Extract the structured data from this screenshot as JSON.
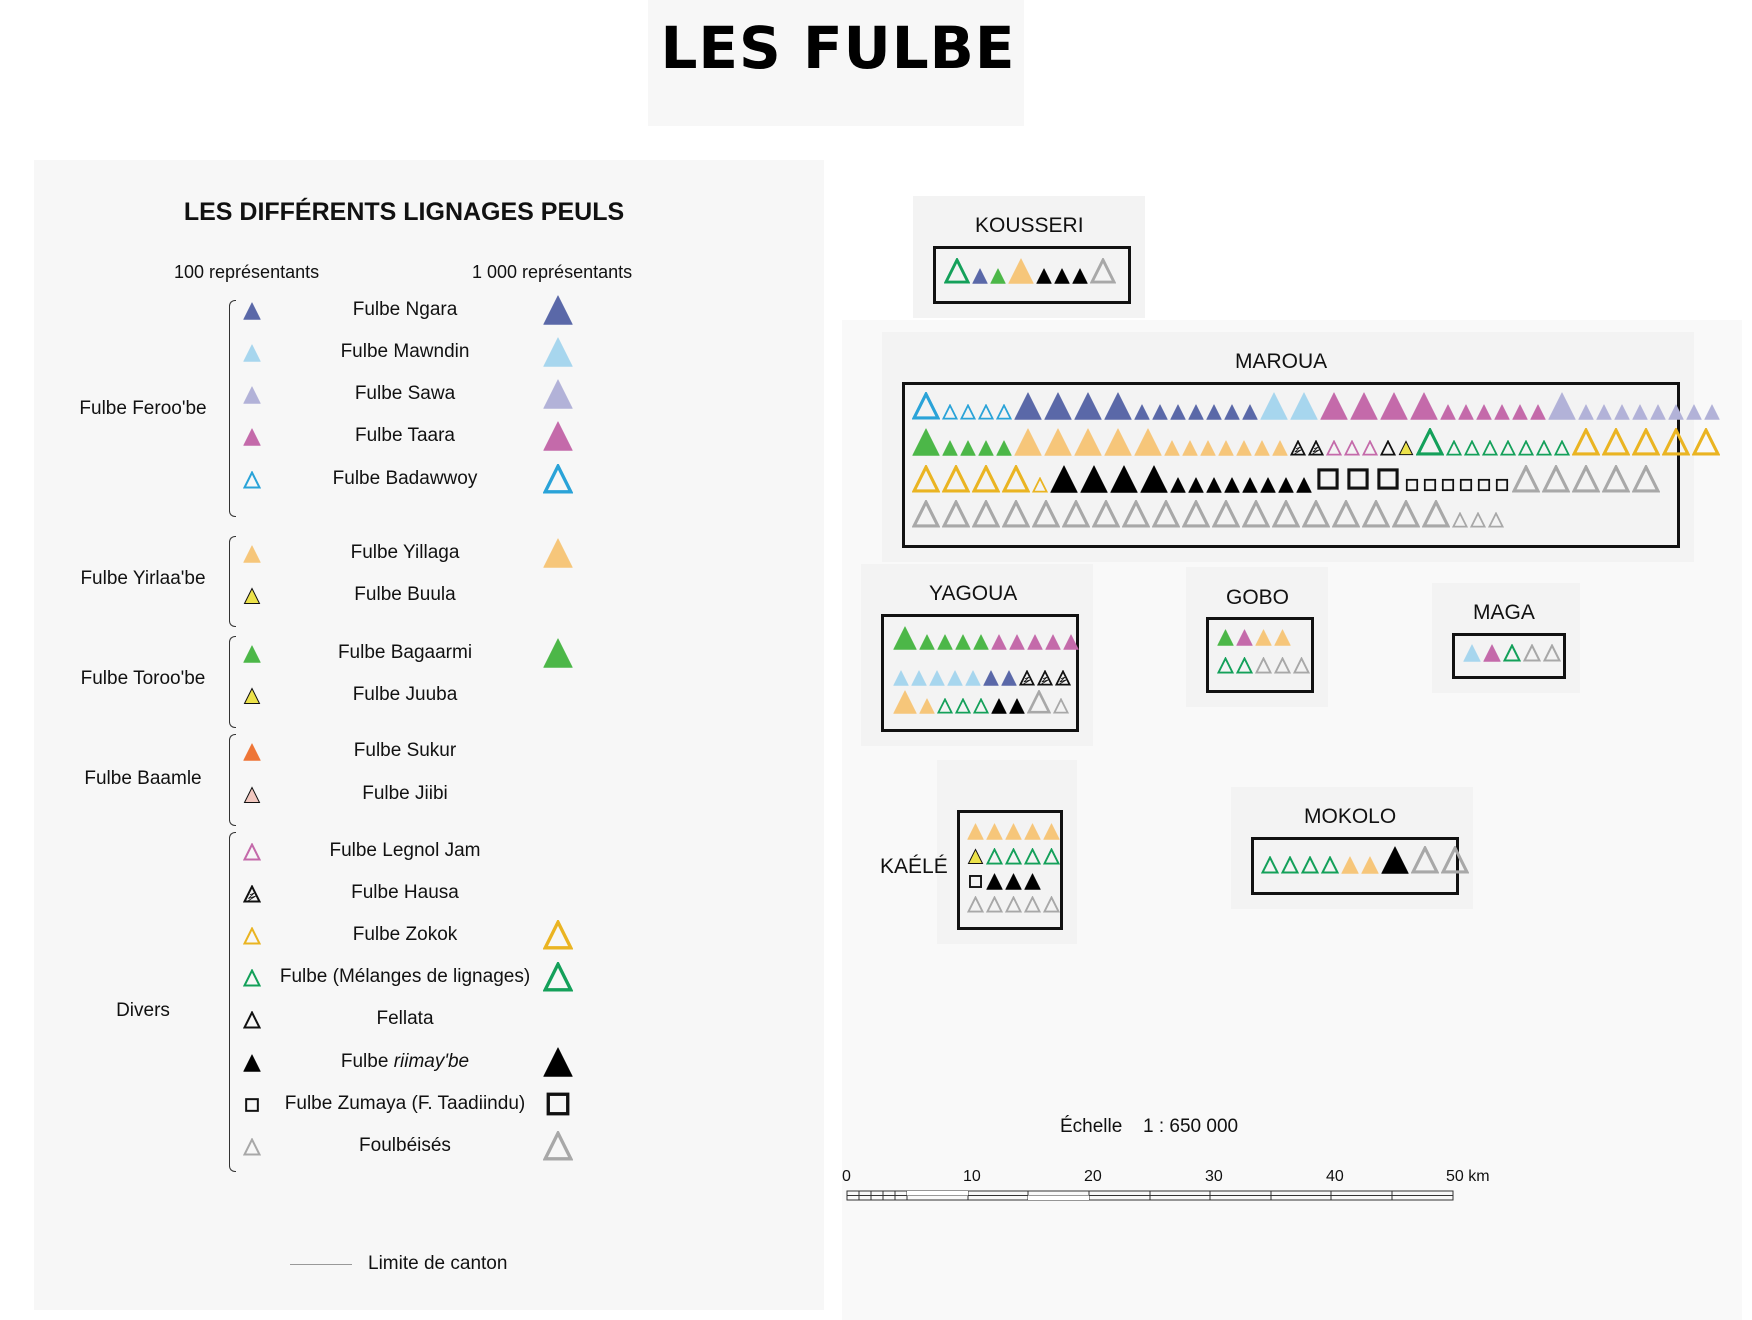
{
  "title": "LES FULBE",
  "legend": {
    "title": "LES DIFFÉRENTS LIGNAGES PEULS",
    "header_small": "100 représentants",
    "header_large": "1 000 représentants",
    "groups": [
      {
        "name": "Fulbe Feroo'be",
        "items": [
          {
            "label": "Fulbe Ngara",
            "symbol": "ngara",
            "large": true
          },
          {
            "label": "Fulbe Mawndin",
            "symbol": "mawndin",
            "large": true
          },
          {
            "label": "Fulbe Sawa",
            "symbol": "sawa",
            "large": true
          },
          {
            "label": "Fulbe Taara",
            "symbol": "taara",
            "large": true
          },
          {
            "label": "Fulbe Badawwoy",
            "symbol": "badawwoy",
            "large": true
          }
        ]
      },
      {
        "name": "Fulbe Yirlaa'be",
        "items": [
          {
            "label": "Fulbe Yillaga",
            "symbol": "yillaga",
            "large": true
          },
          {
            "label": "Fulbe Buula",
            "symbol": "buula",
            "large": false
          }
        ]
      },
      {
        "name": "Fulbe Toroo'be",
        "items": [
          {
            "label": "Fulbe Bagaarmi",
            "symbol": "bagaarmi",
            "large": true
          },
          {
            "label": "Fulbe Juuba",
            "symbol": "juuba",
            "large": false
          }
        ]
      },
      {
        "name": "Fulbe Baamle",
        "items": [
          {
            "label": "Fulbe Sukur",
            "symbol": "sukur",
            "large": false
          },
          {
            "label": "Fulbe Jiibi",
            "symbol": "jiibi",
            "large": false
          }
        ]
      },
      {
        "name": "Divers",
        "items": [
          {
            "label": "Fulbe Legnol Jam",
            "symbol": "legnol",
            "large": false
          },
          {
            "label": "Fulbe Hausa",
            "symbol": "hausa",
            "large": false
          },
          {
            "label": "Fulbe Zokok",
            "symbol": "zokok",
            "large": true
          },
          {
            "label": "Fulbe (Mélanges de lignages)",
            "symbol": "melanges",
            "large": true
          },
          {
            "label": "Fellata",
            "symbol": "fellata",
            "large": false
          },
          {
            "label": "Fulbe riimay'be",
            "label_plain": "Fulbe ",
            "label_italic": "riimay'be",
            "symbol": "riimaybe",
            "large": true
          },
          {
            "label": "Fulbe Zumaya (F. Taadiindu)",
            "symbol": "zumaya",
            "large": true
          },
          {
            "label": "Foulbéisés",
            "symbol": "foulbeises",
            "large": true
          }
        ]
      }
    ],
    "canton_label": "Limite de canton"
  },
  "symbols": {
    "ngara": {
      "shape": "tri",
      "fill": "#5a68a8",
      "stroke": "#5a68a8"
    },
    "mawndin": {
      "shape": "tri",
      "fill": "#a7d6ee",
      "stroke": "#a7d6ee"
    },
    "sawa": {
      "shape": "tri",
      "fill": "#b2b2d8",
      "stroke": "#b2b2d8"
    },
    "taara": {
      "shape": "tri",
      "fill": "#c46aaa",
      "stroke": "#c46aaa"
    },
    "badawwoy": {
      "shape": "otri",
      "fill": "none",
      "stroke": "#2aa3d8"
    },
    "yillaga": {
      "shape": "tri",
      "fill": "#f6c67a",
      "stroke": "#f6c67a"
    },
    "buula": {
      "shape": "tri",
      "fill": "#ece24a",
      "stroke": "#111111"
    },
    "bagaarmi": {
      "shape": "tri",
      "fill": "#4cb748",
      "stroke": "#4cb748"
    },
    "juuba": {
      "shape": "tri",
      "fill": "#ece24a",
      "stroke": "#111111"
    },
    "sukur": {
      "shape": "tri",
      "fill": "#ee7536",
      "stroke": "#ee7536"
    },
    "jiibi": {
      "shape": "tri",
      "fill": "#f2c8c0",
      "stroke": "#111111"
    },
    "legnol": {
      "shape": "otri",
      "fill": "none",
      "stroke": "#c46aaa"
    },
    "hausa": {
      "shape": "htri",
      "fill": "none",
      "stroke": "#111111"
    },
    "zokok": {
      "shape": "otri",
      "fill": "none",
      "stroke": "#eab422"
    },
    "melanges": {
      "shape": "otri",
      "fill": "none",
      "stroke": "#14a05a"
    },
    "fellata": {
      "shape": "otri",
      "fill": "none",
      "stroke": "#111111"
    },
    "riimaybe": {
      "shape": "tri",
      "fill": "#000000",
      "stroke": "#000000"
    },
    "zumaya": {
      "shape": "sq",
      "fill": "none",
      "stroke": "#111111"
    },
    "foulbeises": {
      "shape": "otri",
      "fill": "none",
      "stroke": "#a8a8a8"
    }
  },
  "towns": [
    {
      "id": "kousseri",
      "name": "KOUSSERI",
      "rows": [
        [
          [
            "melanges",
            "L",
            1
          ],
          [
            "ngara",
            "S",
            1
          ],
          [
            "bagaarmi",
            "S",
            1
          ],
          [
            "yillaga",
            "L",
            1
          ],
          [
            "riimaybe",
            "S",
            3
          ],
          [
            "foulbeises",
            "L",
            1
          ]
        ]
      ]
    },
    {
      "id": "maroua",
      "name": "MAROUA",
      "rows": [
        [
          [
            "badawwoy",
            "L",
            1
          ],
          [
            "badawwoy",
            "S",
            4
          ],
          [
            "ngara",
            "L",
            4
          ],
          [
            "ngara",
            "S",
            7
          ],
          [
            "mawndin",
            "L",
            2
          ],
          [
            "taara",
            "L",
            4
          ],
          [
            "taara",
            "S",
            6
          ],
          [
            "sawa",
            "L",
            1
          ],
          [
            "sawa",
            "S",
            8
          ]
        ],
        [
          [
            "bagaarmi",
            "L",
            1
          ],
          [
            "bagaarmi",
            "S",
            4
          ],
          [
            "yillaga",
            "L",
            5
          ],
          [
            "yillaga",
            "S",
            7
          ],
          [
            "hausa",
            "S",
            2
          ],
          [
            "legnol",
            "S",
            3
          ],
          [
            "fellata",
            "S",
            1
          ],
          [
            "juuba",
            "S",
            1
          ],
          [
            "melanges",
            "L",
            1
          ],
          [
            "melanges",
            "S",
            7
          ],
          [
            "zokok",
            "L",
            5
          ]
        ],
        [
          [
            "zokok",
            "L",
            4
          ],
          [
            "zokok",
            "S",
            1
          ],
          [
            "riimaybe",
            "L",
            4
          ],
          [
            "riimaybe",
            "S",
            8
          ],
          [
            "zumaya",
            "L",
            3
          ],
          [
            "zumaya",
            "S",
            6
          ],
          [
            "foulbeises",
            "L",
            5
          ]
        ],
        [
          [
            "foulbeises",
            "L",
            18
          ],
          [
            "foulbeises",
            "S",
            3
          ]
        ]
      ]
    },
    {
      "id": "yagoua",
      "name": "YAGOUA",
      "rows": [
        [
          [
            "bagaarmi",
            "L",
            1
          ],
          [
            "bagaarmi",
            "S",
            4
          ],
          [
            "taara",
            "S",
            5
          ]
        ],
        [
          [
            "mawndin",
            "S",
            5
          ],
          [
            "ngara",
            "S",
            2
          ],
          [
            "hausa",
            "S",
            3
          ]
        ],
        [
          [
            "yillaga",
            "L",
            1
          ],
          [
            "yillaga",
            "S",
            1
          ],
          [
            "melanges",
            "S",
            3
          ],
          [
            "riimaybe",
            "S",
            2
          ],
          [
            "foulbeises",
            "L",
            1
          ],
          [
            "foulbeises",
            "S",
            1
          ]
        ]
      ]
    },
    {
      "id": "gobo",
      "name": "GOBO",
      "rows": [
        [
          [
            "bagaarmi",
            "S",
            1
          ],
          [
            "taara",
            "S",
            1
          ],
          [
            "yillaga",
            "S",
            2
          ]
        ],
        [
          [
            "melanges",
            "S",
            2
          ],
          [
            "foulbeises",
            "S",
            3
          ]
        ]
      ]
    },
    {
      "id": "maga",
      "name": "MAGA",
      "rows": [
        [
          [
            "mawndin",
            "S",
            1
          ],
          [
            "taara",
            "S",
            1
          ],
          [
            "melanges",
            "S",
            1
          ],
          [
            "foulbeises",
            "S",
            2
          ]
        ]
      ]
    },
    {
      "id": "kaele",
      "name": "KAÉLÉ",
      "rows": [
        [
          [
            "yillaga",
            "S",
            5
          ]
        ],
        [
          [
            "buula",
            "S",
            1
          ],
          [
            "melanges",
            "S",
            4
          ]
        ],
        [
          [
            "zumaya",
            "S",
            1
          ],
          [
            "riimaybe",
            "S",
            3
          ]
        ],
        [
          [
            "foulbeises",
            "S",
            5
          ]
        ]
      ]
    },
    {
      "id": "mokolo",
      "name": "MOKOLO",
      "rows": [
        [
          [
            "melanges",
            "S",
            4
          ],
          [
            "yillaga",
            "S",
            2
          ],
          [
            "riimaybe",
            "L",
            1
          ],
          [
            "foulbeises",
            "L",
            2
          ]
        ]
      ]
    }
  ],
  "scale": {
    "label_word": "Échelle",
    "label_ratio": "1 : 650 000",
    "ticks": [
      "0",
      "10",
      "20",
      "30",
      "40",
      "50 km"
    ]
  }
}
